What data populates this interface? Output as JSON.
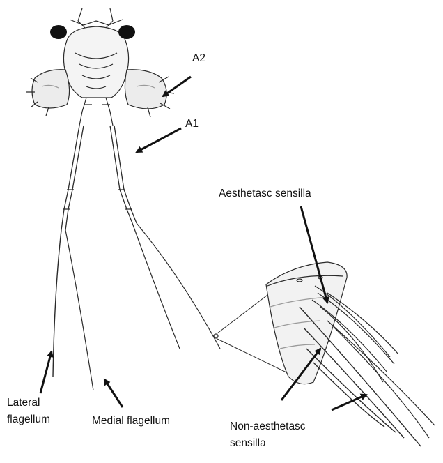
{
  "labels": {
    "a2": "A2",
    "a1": "A1",
    "aesthetasc": "Aesthetasc sensilla",
    "lateral_line1": "Lateral",
    "lateral_line2": "flagellum",
    "medial": "Medial flagellum",
    "non_aesthetasc_line1": "Non-aesthetasc",
    "non_aesthetasc_line2": "sensilla"
  },
  "colors": {
    "ink": "#111111",
    "drawing": "#2a2a2a",
    "shade": "#9a9a9a",
    "paper": "#ffffff"
  }
}
